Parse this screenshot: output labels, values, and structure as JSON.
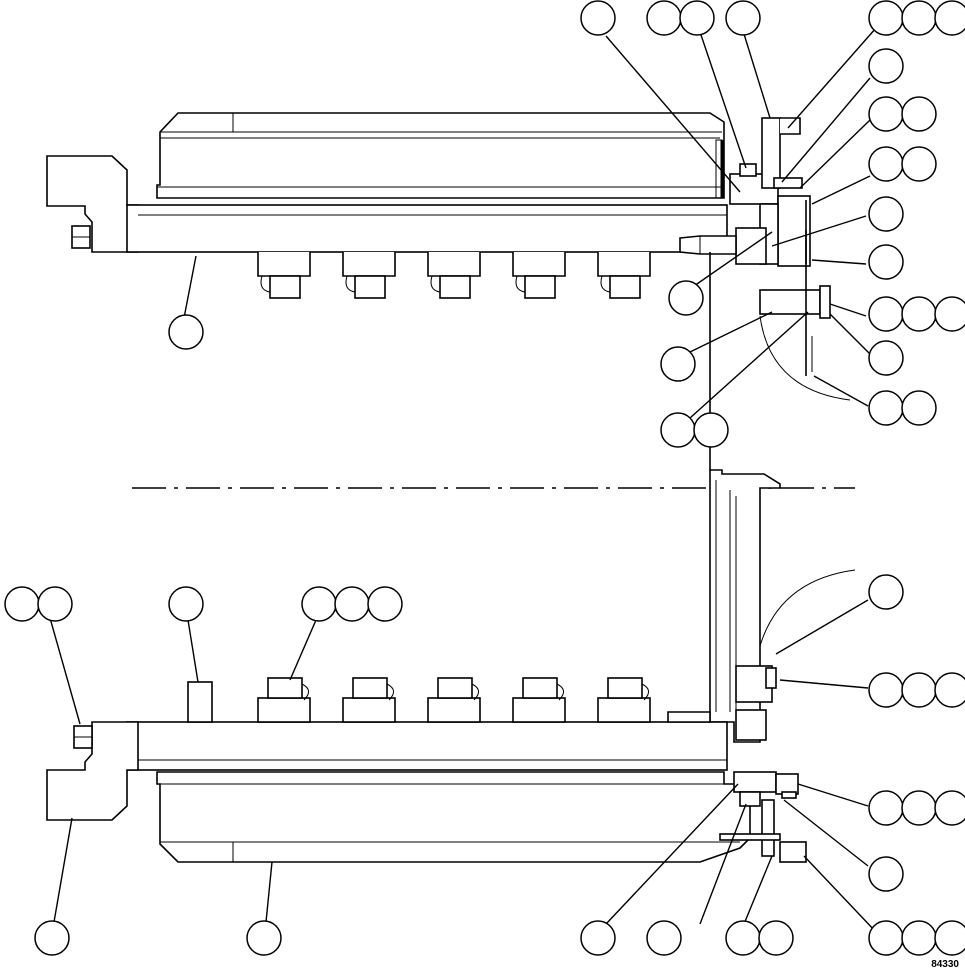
{
  "figure": {
    "reference_code": "84330"
  },
  "callouts": {
    "top_row": [
      1,
      2,
      1,
      3
    ],
    "right_side": [
      1,
      2,
      2,
      1,
      3,
      1,
      2
    ],
    "left_side": [
      1,
      1,
      2,
      1
    ],
    "lower_left_row": [
      2,
      1,
      3
    ],
    "lower_right": [
      1,
      3,
      3,
      1
    ],
    "bottom_row": [
      1,
      1,
      2,
      1,
      1,
      3
    ]
  }
}
